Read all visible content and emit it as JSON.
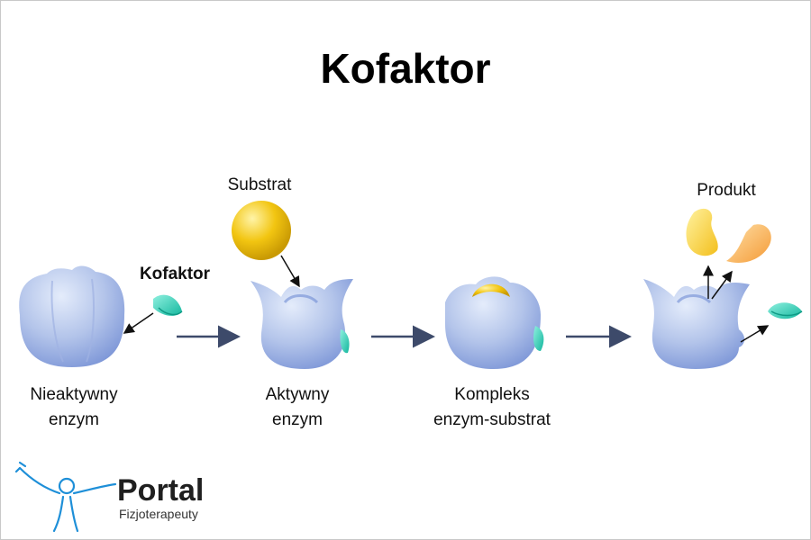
{
  "title": "Kofaktor",
  "labels": {
    "substrat": "Substrat",
    "kofaktor": "Kofaktor",
    "produkt": "Produkt",
    "enzyme1_line1": "Nieaktywny",
    "enzyme1_line2": "enzym",
    "enzyme2_line1": "Aktywny",
    "enzyme2_line2": "enzym",
    "enzyme3_line1": "Kompleks",
    "enzyme3_line2": "enzym-substrat"
  },
  "logo": {
    "name": "Portal",
    "subtitle": "Fizjoterapeuty"
  },
  "colors": {
    "enzyme": "#a9bde6",
    "enzyme_dark": "#6f8cd4",
    "cofactor": "#2fd0b8",
    "substrate": "#f2c511",
    "product_light": "#f8d24a",
    "product_orange": "#f7a847",
    "arrow": "#3d4a6a",
    "logo_blue": "#1e8fd8"
  }
}
